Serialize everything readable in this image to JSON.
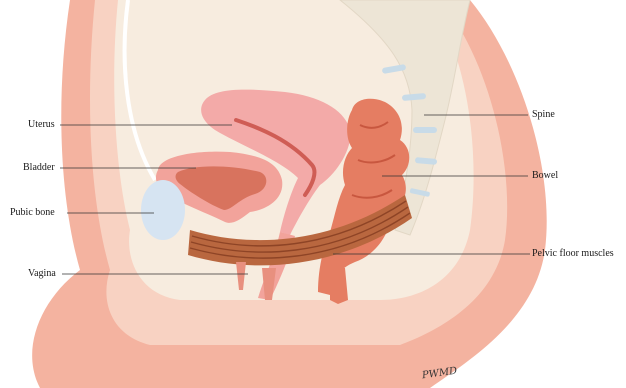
{
  "labels": {
    "uterus": "Uterus",
    "bladder": "Bladder",
    "pubic_bone": "Pubic bone",
    "vagina": "Vagina",
    "spine": "Spine",
    "bowel": "Bowel",
    "pelvic_floor_muscles": "Pelvic floor muscles"
  },
  "signature": "PWMD",
  "colors": {
    "skin_outer": "#f4b3a0",
    "skin_inner": "#f8d2c2",
    "skin_mid": "#f6c2b0",
    "abdomen_inner": "#f7ecdf",
    "spine_bone": "#ede5d6",
    "spine_disc": "#c8dbe8",
    "uterus": "#f3aaa8",
    "uterus_dark": "#cf5d55",
    "bladder": "#f2a39b",
    "bladder_inner": "#d8735e",
    "bowel": "#e57d62",
    "bowel_dark": "#c8573f",
    "muscle": "#b9673f",
    "muscle_dark": "#8e4426",
    "pubic_bone": "#d6e4f2",
    "leader_line": "#333333"
  }
}
